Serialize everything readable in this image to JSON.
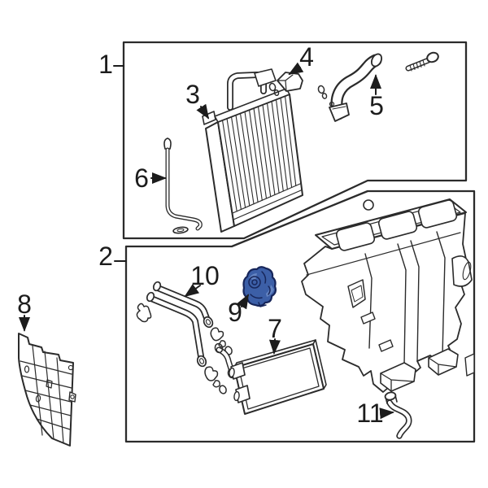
{
  "diagram": {
    "kind": "exploded-parts-line-diagram",
    "background_color": "#ffffff",
    "line_color": "#2b2b2b",
    "label_color": "#1c1c1c",
    "highlighted_part_number": "9",
    "highlight_fill": "#3c5fa7",
    "highlight_outline": "#17265a",
    "highlight_light": "#6585c2",
    "callouts": [
      {
        "number": "1"
      },
      {
        "number": "2"
      },
      {
        "number": "3"
      },
      {
        "number": "4"
      },
      {
        "number": "5"
      },
      {
        "number": "6"
      },
      {
        "number": "7"
      },
      {
        "number": "8"
      },
      {
        "number": "9"
      },
      {
        "number": "10"
      },
      {
        "number": "11"
      }
    ]
  }
}
